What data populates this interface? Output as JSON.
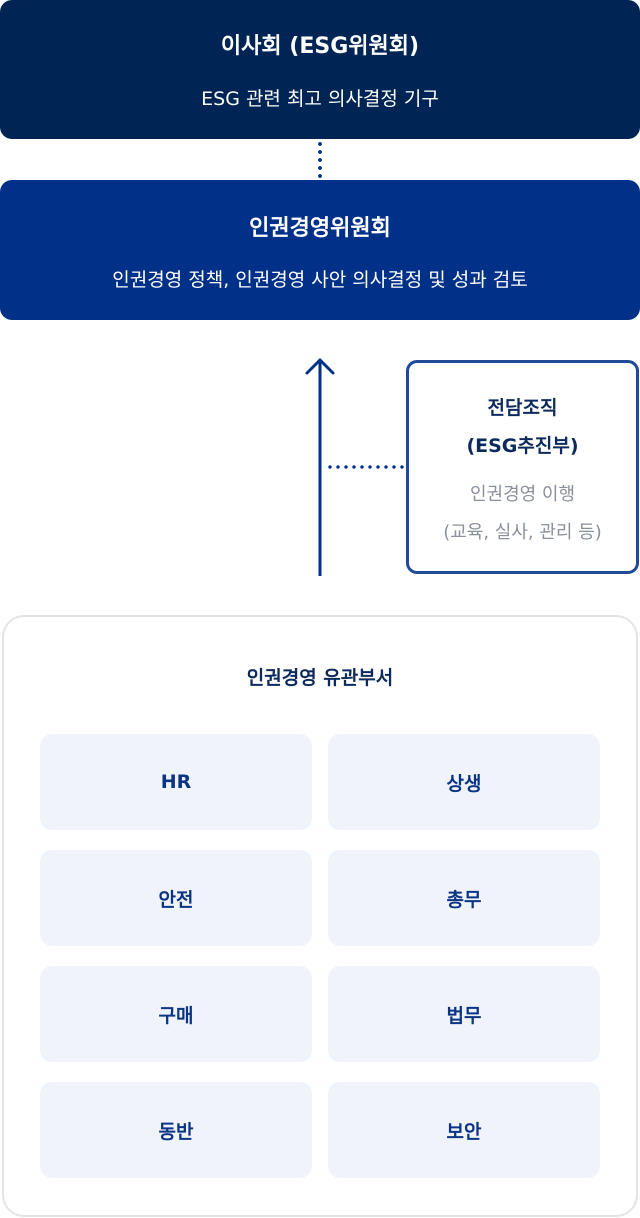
{
  "board": {
    "title": "이사회 (ESG위원회)",
    "subtitle": "ESG 관련 최고 의사결정 기구"
  },
  "committee": {
    "title": "인권경영위원회",
    "subtitle": "인권경영 정책, 인권경영 사안 의사결정 및 성과 검토"
  },
  "dedicated_org": {
    "title_line1": "전담조직",
    "title_line2": "(ESG추진부)",
    "desc_line1": "인권경영 이행",
    "desc_line2": "(교육, 실사, 관리 등)"
  },
  "departments": {
    "title": "인권경영 유관부서",
    "items": [
      "HR",
      "상생",
      "안전",
      "총무",
      "구매",
      "법무",
      "동반",
      "보안"
    ]
  },
  "colors": {
    "board_bg": "#002554",
    "committee_bg": "#003087",
    "accent_border": "#1f4a97",
    "cell_bg": "#f0f4fa",
    "cell_text": "#0b3584",
    "muted_text": "#8a919c"
  }
}
